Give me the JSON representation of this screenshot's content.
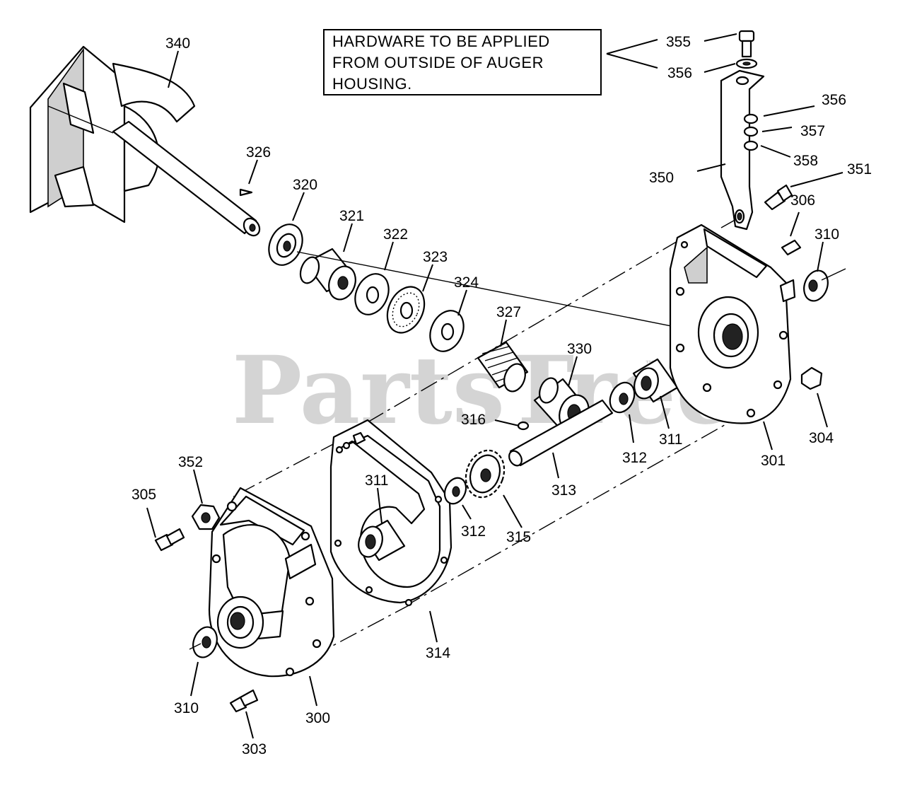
{
  "watermark": {
    "text": "PartsTree",
    "tm": "™"
  },
  "note": {
    "lines": [
      "HARDWARE   TO   BE   APPLIED",
      "FROM   OUTSIDE   OF   AUGER",
      "HOUSING."
    ]
  },
  "callouts": {
    "c340": "340",
    "c326": "326",
    "c320": "320",
    "c321": "321",
    "c322": "322",
    "c323": "323",
    "c324": "324",
    "c327": "327",
    "c330": "330",
    "c316": "316",
    "c313": "313",
    "c312a": "312",
    "c311a": "311",
    "c301": "301",
    "c304": "304",
    "c310a": "310",
    "c306": "306",
    "c351": "351",
    "c350": "350",
    "c355": "355",
    "c356a": "356",
    "c356b": "356",
    "c357": "357",
    "c358": "358",
    "c352": "352",
    "c305": "305",
    "c311b": "311",
    "c312b": "312",
    "c315": "315",
    "c314": "314",
    "c310b": "310",
    "c300": "300",
    "c303": "303"
  }
}
